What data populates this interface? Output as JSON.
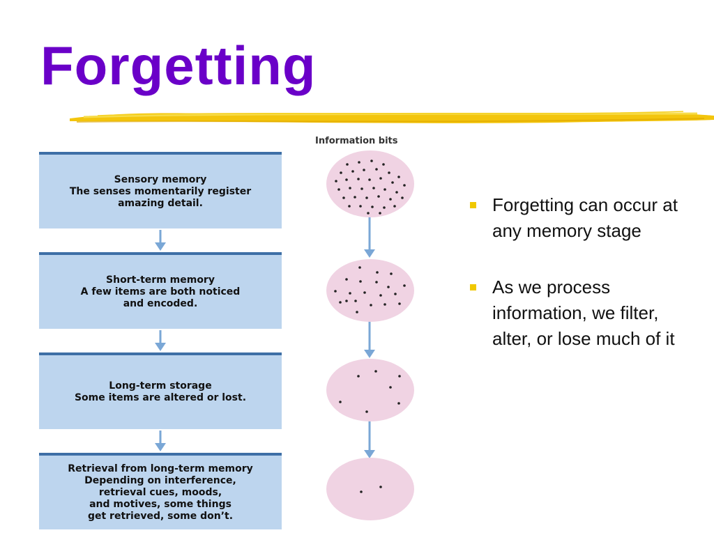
{
  "slide": {
    "title": "Forgetting",
    "accent_color": "#6a00c8",
    "underline_color": "#f2c200"
  },
  "diagram": {
    "info_label": "Information bits",
    "box_color": "#bdd5ee",
    "arrow_color": "#7aa7d6",
    "circle_color": "#f0d3e3",
    "stages": [
      {
        "heading": "Sensory memory",
        "lines": [
          "The senses momentarily register",
          "amazing detail."
        ],
        "dot_count": 36
      },
      {
        "heading": "Short-term memory",
        "lines": [
          "A few items are both noticed",
          "and encoded."
        ],
        "dot_count": 20
      },
      {
        "heading": "Long-term storage",
        "lines": [
          "Some items are altered or lost."
        ],
        "dot_count": 7
      },
      {
        "heading": "Retrieval from long-term memory",
        "lines": [
          "Depending on interference,",
          "retrieval cues, moods,",
          "and motives, some things",
          "get retrieved, some don’t."
        ],
        "dot_count": 2
      }
    ]
  },
  "bullets": [
    "Forgetting can occur at any memory stage",
    "As we process information, we filter, alter, or lose much of it"
  ],
  "bullet_marker_color": "#f0c800"
}
